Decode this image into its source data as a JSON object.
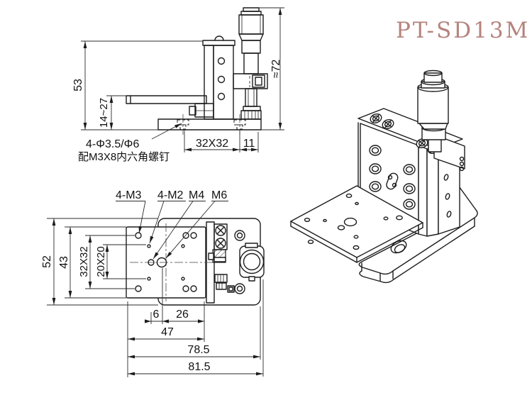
{
  "title": "PT-SD13M",
  "colors": {
    "line": "#1c1c1c",
    "label": "#b5837d"
  },
  "side_view": {
    "dim_height_total": "53",
    "dim_platform_travel": "14~27",
    "dim_overall_height": "≈72",
    "dim_hole_spacing": "32X32",
    "dim_offset": "11",
    "note_holes": "4-Φ3.5/Φ6",
    "note_screws": "配M3X8内六角螺钉"
  },
  "front_view": {
    "label_corner_holes": "4-M3",
    "label_small_holes": "4-M2",
    "label_center_hole_m4": "M4",
    "label_center_hole_m6": "M6",
    "dim_width_total": "52",
    "dim_plate_width": "43",
    "dim_hole_grid_32": "32X32",
    "dim_hole_grid_20": "20X20",
    "dim_hole_gap": "6",
    "dim_edge_gap": "26",
    "dim_plate": "47",
    "dim_body": "78.5",
    "dim_overall": "81.5"
  }
}
